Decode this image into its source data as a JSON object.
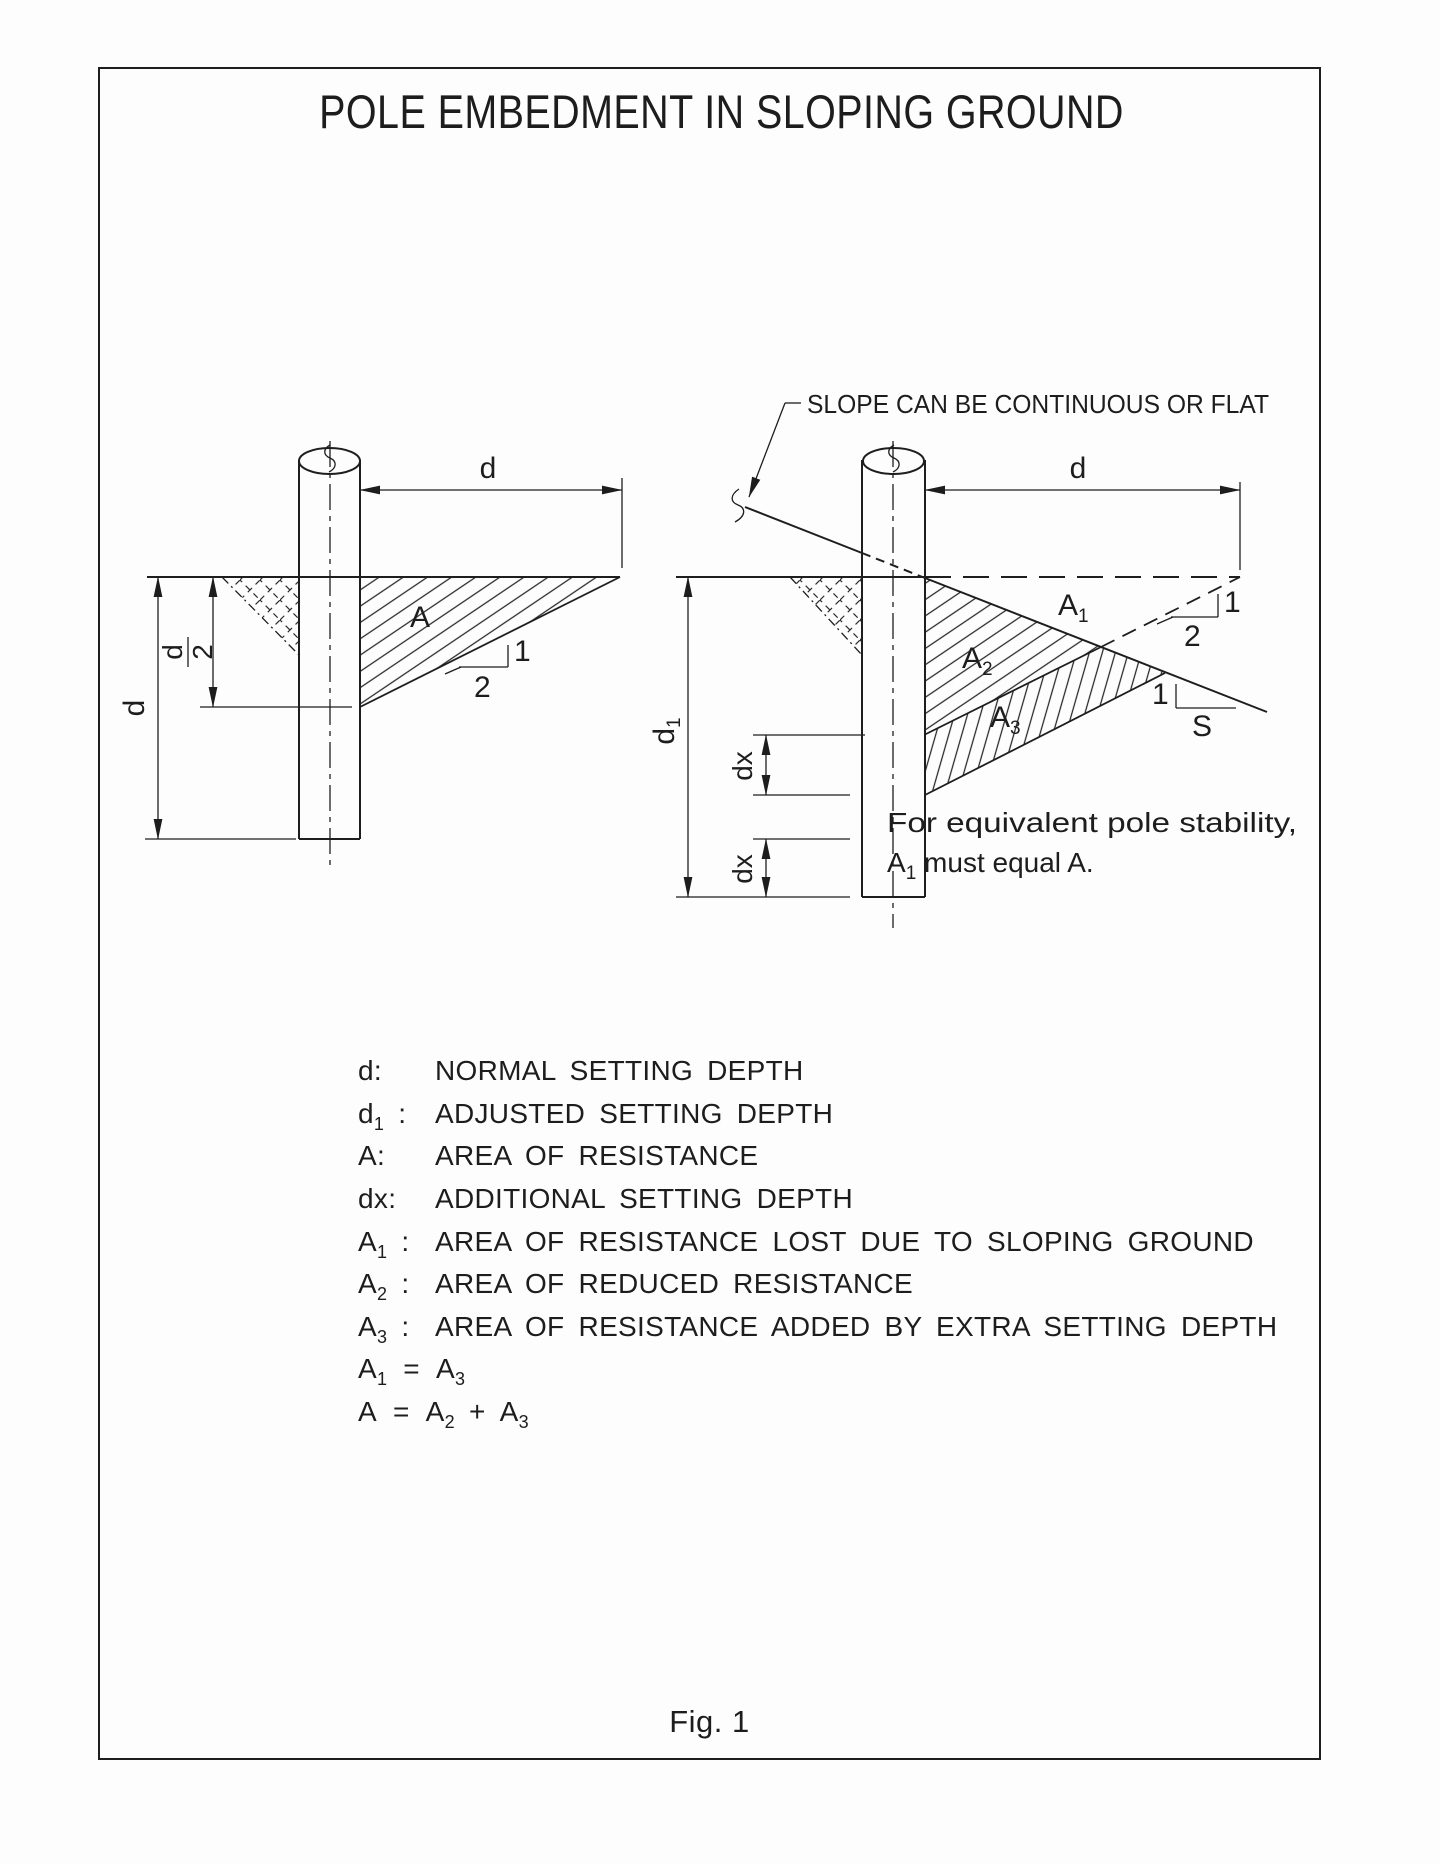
{
  "ink": "#1d1d1d",
  "title": "POLE EMBEDMENT IN SLOPING GROUND",
  "fig_caption": "Fig. 1",
  "left_diagram": {
    "dim_d_top": "d",
    "dim_d_left": "d",
    "frac_num": "d",
    "frac_den": "2",
    "area_label": "A",
    "slope_rise": "1",
    "slope_run": "2"
  },
  "right_diagram": {
    "callout": "SLOPE CAN BE CONTINUOUS OR FLAT",
    "dim_d_top": "d",
    "dim_d1": {
      "base": "d",
      "sub": "1"
    },
    "dim_dx_upper": "dx",
    "dim_dx_lower": "dx",
    "area1": {
      "base": "A",
      "sub": "1"
    },
    "area2": {
      "base": "A",
      "sub": "2"
    },
    "area3": {
      "base": "A",
      "sub": "3"
    },
    "slope21_rise": "1",
    "slope21_run": "2",
    "slopeS_rise": "1",
    "slopeS_run": "S",
    "note_line1": "For equivalent pole stability,",
    "note_line2": {
      "pre": "A",
      "sub": "1",
      "post": " must equal A."
    }
  },
  "legend": {
    "rows": [
      {
        "sym": "d",
        "sub": "",
        "sep": ":",
        "text": "NORMAL SETTING DEPTH"
      },
      {
        "sym": "d",
        "sub": "1",
        "sep": ":",
        "text": "ADJUSTED SETTING DEPTH"
      },
      {
        "sym": "A",
        "sub": "",
        "sep": ":",
        "text": "AREA OF RESISTANCE"
      },
      {
        "sym": "dx",
        "sub": "",
        "sep": ":",
        "text": "ADDITIONAL SETTING DEPTH"
      },
      {
        "sym": "A",
        "sub": "1",
        "sep": ":",
        "text": "AREA OF RESISTANCE LOST DUE TO SLOPING GROUND"
      },
      {
        "sym": "A",
        "sub": "2",
        "sep": ":",
        "text": "AREA OF REDUCED RESISTANCE"
      },
      {
        "sym": "A",
        "sub": "3",
        "sep": ":",
        "text": "AREA OF RESISTANCE ADDED BY EXTRA SETTING DEPTH"
      }
    ],
    "eq1": {
      "a": "A",
      "a_sub": "1",
      "op": "=",
      "b": "A",
      "b_sub": "3"
    },
    "eq2": {
      "a": "A",
      "op": "=",
      "b": "A",
      "b_sub": "2",
      "op2": "+",
      "c": "A",
      "c_sub": "3"
    }
  }
}
